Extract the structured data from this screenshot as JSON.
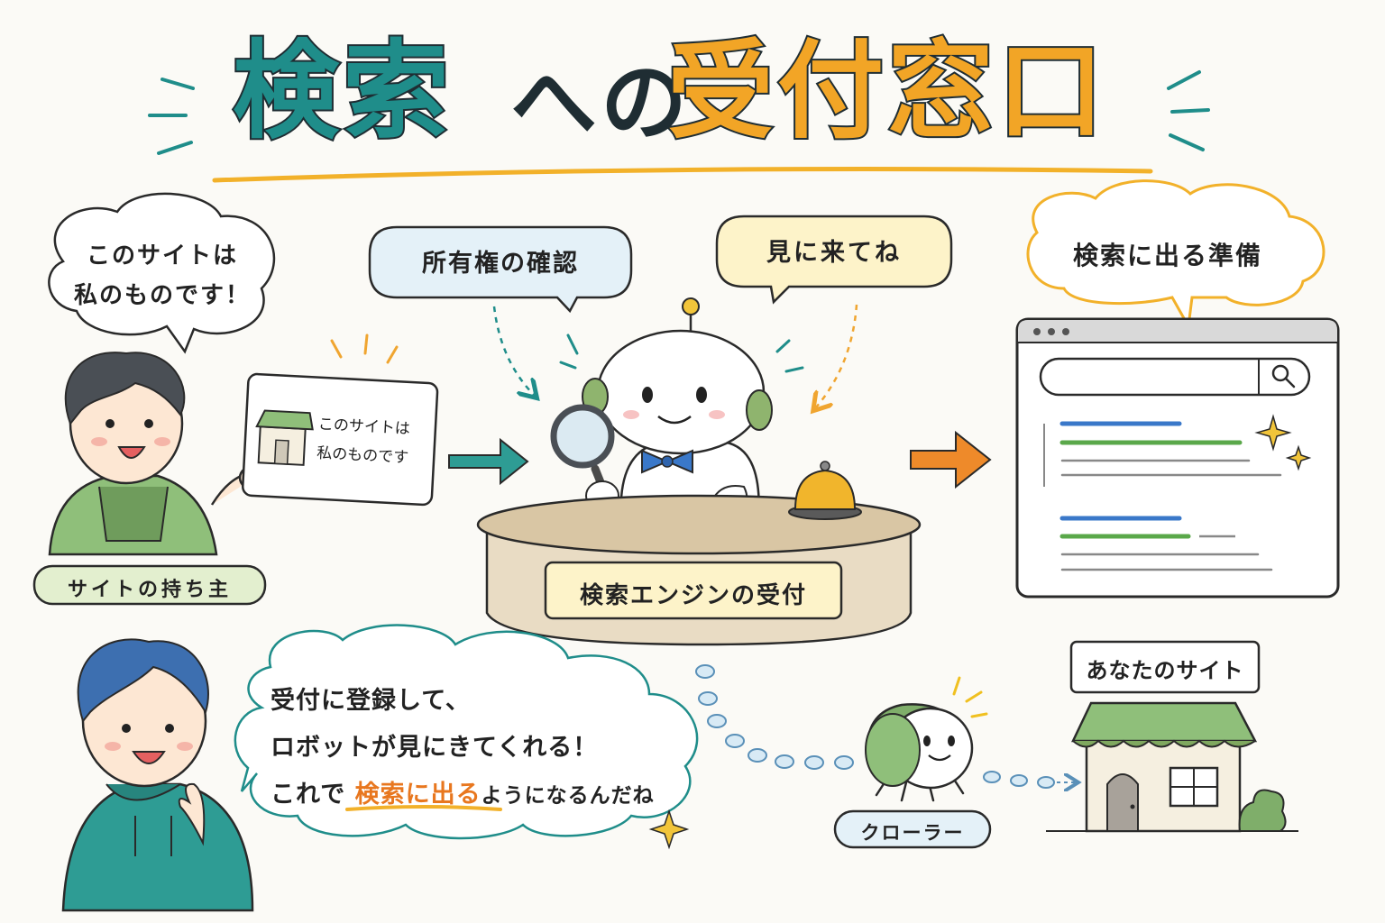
{
  "title": {
    "part1": "検索",
    "part2": "への",
    "part3": "受付窓口"
  },
  "owner": {
    "speech": [
      "このサイトは",
      "私のものです！"
    ],
    "card": [
      "このサイトは",
      "私のものです"
    ],
    "label": "サイトの持ち主"
  },
  "reception": {
    "bubble_verify": "所有権の確認",
    "bubble_visit": "見に来てね",
    "desk_label": "検索エンジンの受付"
  },
  "results": {
    "bubble": "検索に出る準備"
  },
  "viewer": {
    "thought_line1": "受付に登録して、",
    "thought_line2": "ロボットが見にきてくれる！",
    "thought_line3_pre": "これで",
    "thought_line3_highlight": "検索に出る",
    "thought_line3_post": "ようになるんだね"
  },
  "crawler": {
    "label": "クローラー"
  },
  "site": {
    "label": "あなたのサイト"
  },
  "colors": {
    "teal": "#1f8d8a",
    "orange": "#f2a526",
    "arrow_orange": "#ee8a2a",
    "green": "#7fae6a",
    "blue": "#3a78c9",
    "cream": "#fdf3c9",
    "light_blue": "#e4f1f8",
    "light_green": "#e3efcf"
  }
}
